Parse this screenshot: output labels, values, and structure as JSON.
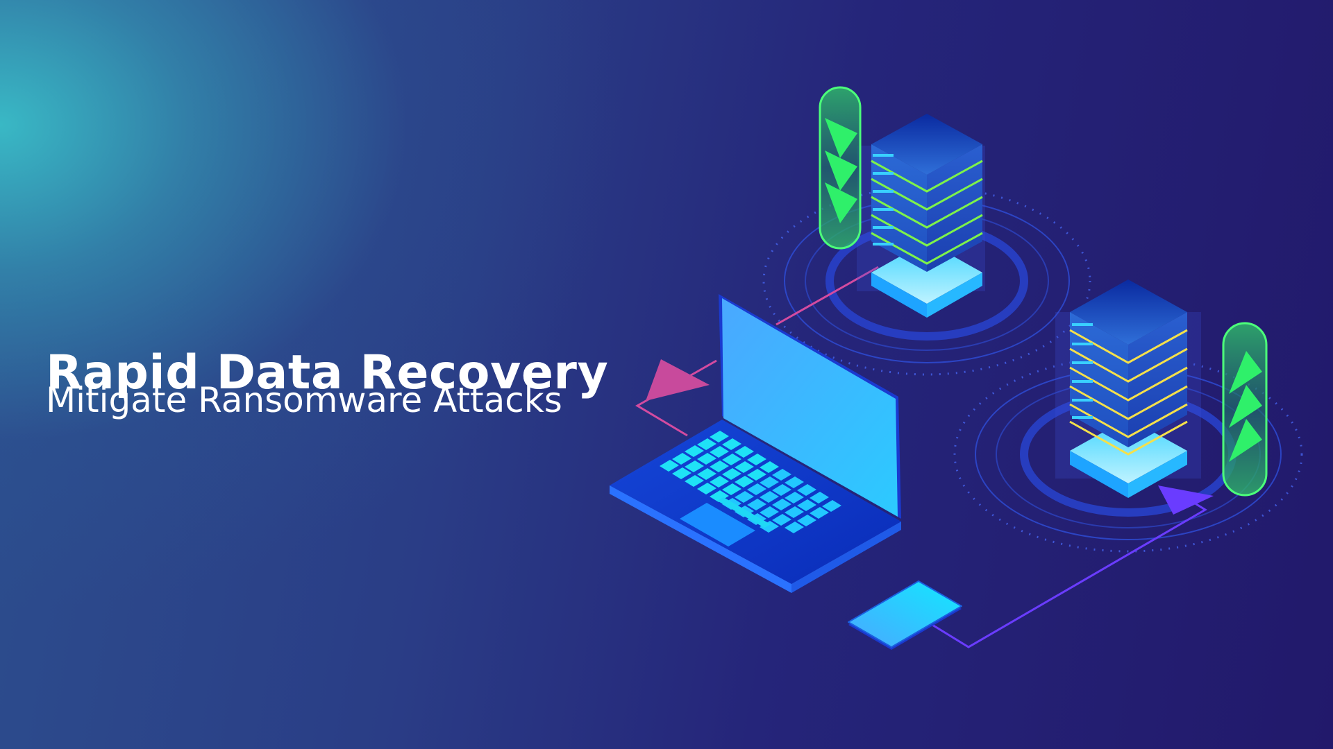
{
  "banner": {
    "headline": "Rapid Data Recovery",
    "subheadline": "Mitigate Ransomware Attacks"
  },
  "illustration": {
    "elements": [
      "server-rack-green",
      "server-rack-yellow",
      "laptop",
      "smartphone",
      "download-arrows-badge",
      "upload-arrows-badge",
      "connection-line-magenta",
      "connection-line-purple"
    ],
    "server_1_stripe_color": "#7ef24a",
    "server_2_stripe_color": "#f5e04a",
    "badge_color": "#2ff06a",
    "magenta_line_color": "#d44ba0",
    "purple_line_color": "#6a3cff"
  },
  "colors": {
    "background_top_left": "#3ab7c4",
    "background_bottom_left": "#2a3a80",
    "background_right": "#22186a",
    "text": "#ffffff"
  }
}
